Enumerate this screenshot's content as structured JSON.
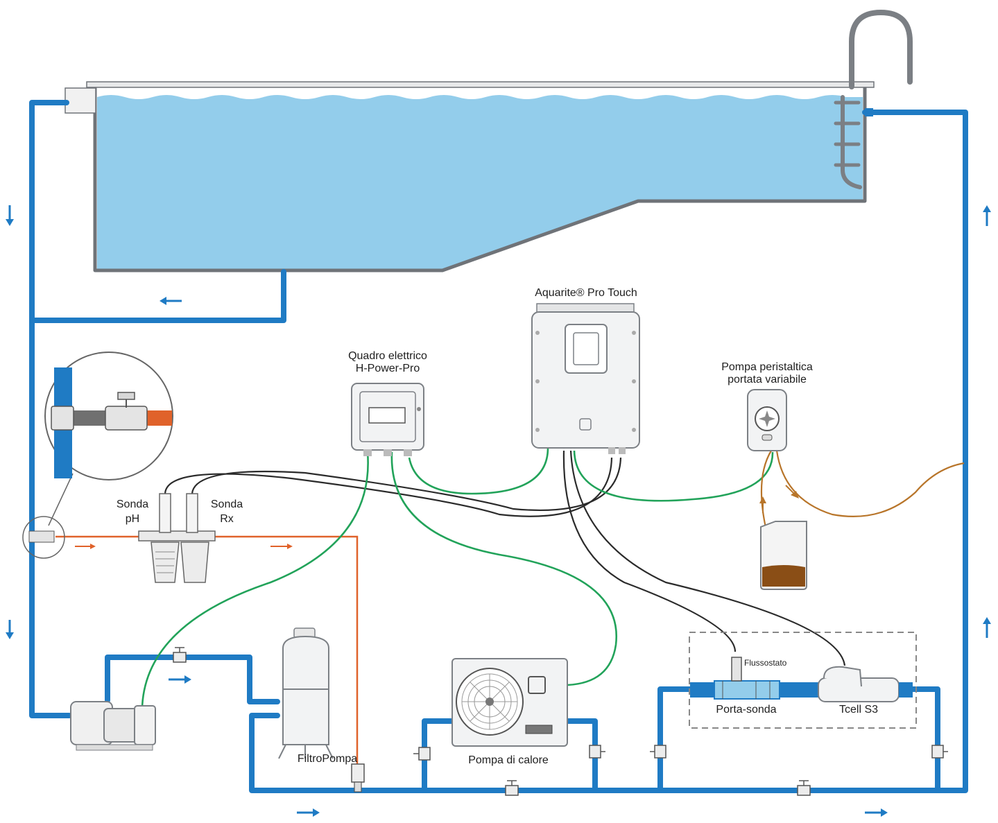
{
  "colors": {
    "pipe_blue": "#1f7bc4",
    "water_blue": "#93cdeb",
    "pool_wall": "#6f7378",
    "cable_green": "#22a35a",
    "cable_black": "#2b2b2b",
    "sample_orange": "#e0622a",
    "dosing_brown": "#b8752a",
    "liquid_brown": "#8a4e16",
    "device_grey": "#f2f3f4",
    "device_outline": "#7c8085",
    "dashed_box": "#888888"
  },
  "labels": {
    "aquarite": "Aquarite® Pro Touch",
    "quadro_line1": "Quadro elettrico",
    "quadro_line2": "H-Power-Pro",
    "pompa_peristaltica_line1": "Pompa peristaltica",
    "pompa_peristaltica_line2": "portata variabile",
    "sonda_ph_line1": "Sonda",
    "sonda_ph_line2": "pH",
    "sonda_rx_line1": "Sonda",
    "sonda_rx_line2": "Rx",
    "flussostato": "Flussostato",
    "porta_sonda": "Porta-sonda",
    "tcell": "Tcell S3",
    "filtro_pompa": "FiltroPompa",
    "pompa_di_calore": "Pompa di calore"
  },
  "icons": {
    "flow_arrow": "arrow-icon",
    "valve": "valve-icon",
    "fan": "fan-icon",
    "pool_ladder": "ladder-icon",
    "chemical_tank": "tank-icon"
  }
}
